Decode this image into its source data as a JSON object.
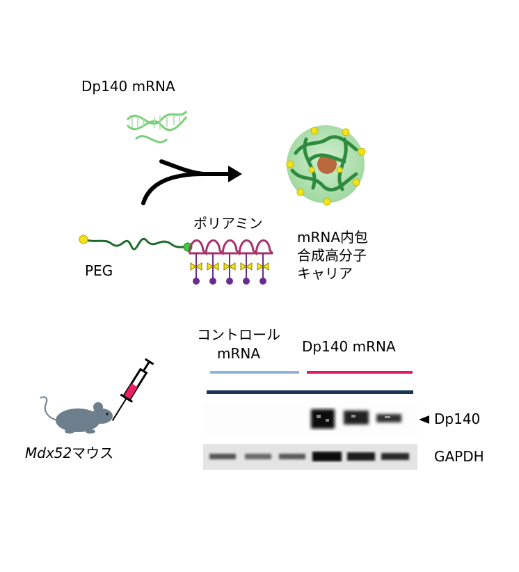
{
  "top": {
    "mrna_label": "Dp140 mRNA",
    "peg_label": "PEG",
    "polyamine_label": "ポリアミン",
    "carrier_label": [
      "mRNA内包",
      "合成高分子",
      "キャリア"
    ]
  },
  "bottom": {
    "mouse_label_italic": "Mdx52",
    "mouse_label_suffix": "マウス",
    "control_label": [
      "コントロール",
      "mRNA"
    ],
    "dp140_group_label": "Dp140 mRNA",
    "band_labels": {
      "dp140": "Dp140",
      "gapdh": "GAPDH"
    }
  },
  "colors": {
    "control_bar": "#8fb3d9",
    "dp140_bar": "#e8185f",
    "group_bar": "#1c3557",
    "mrna_green": "#4caf50",
    "peg_yellow": "#f2e21a",
    "polyamine_purple": "#6a2c91",
    "mouse_gray": "#6d7f8c",
    "syringe_red": "#c2185b"
  },
  "icons": [
    "mrna-helix-icon",
    "merge-arrow-icon",
    "nanoparticle-icon",
    "peg-chain-icon",
    "polyamine-icon",
    "mouse-icon",
    "syringe-icon",
    "western-blot"
  ]
}
